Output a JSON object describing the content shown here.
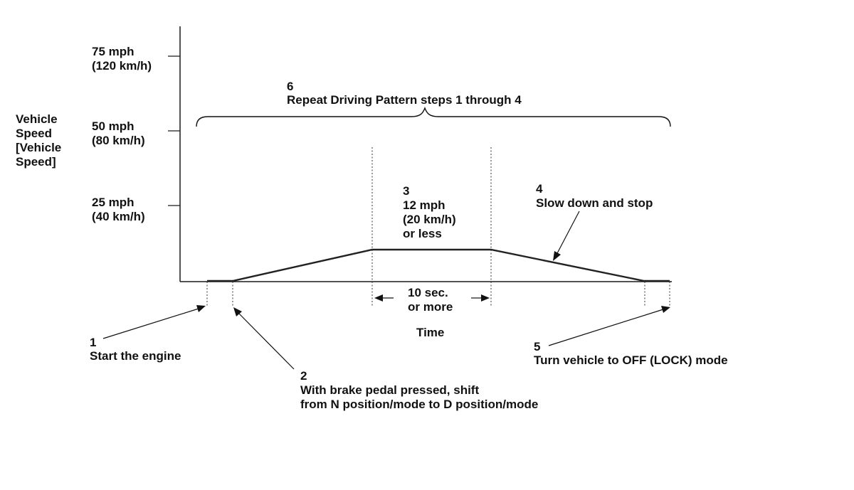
{
  "y_axis": {
    "title_lines": [
      "Vehicle",
      "Speed",
      "[Vehicle",
      "Speed]"
    ],
    "ticks": [
      {
        "mph": "75 mph",
        "kmh": "(120 km/h)"
      },
      {
        "mph": "50 mph",
        "kmh": "(80 km/h)"
      },
      {
        "mph": "25 mph",
        "kmh": "(40 km/h)"
      }
    ]
  },
  "x_axis": {
    "title": "Time"
  },
  "steps": {
    "s1": {
      "number": "1",
      "text": "Start the engine"
    },
    "s2": {
      "number": "2",
      "line1": "With brake pedal pressed, shift",
      "line2": "from N position/mode to D position/mode"
    },
    "s3": {
      "number": "3",
      "line1": "12 mph",
      "line2": "(20 km/h)",
      "line3": "or less"
    },
    "s4": {
      "number": "4",
      "text": "Slow down and stop"
    },
    "s5": {
      "number": "5",
      "text": "Turn vehicle to OFF (LOCK) mode"
    },
    "s6": {
      "number": "6",
      "text": "Repeat Driving Pattern steps 1 through 4"
    }
  },
  "duration": {
    "line1": "10 sec.",
    "line2": "or more"
  }
}
